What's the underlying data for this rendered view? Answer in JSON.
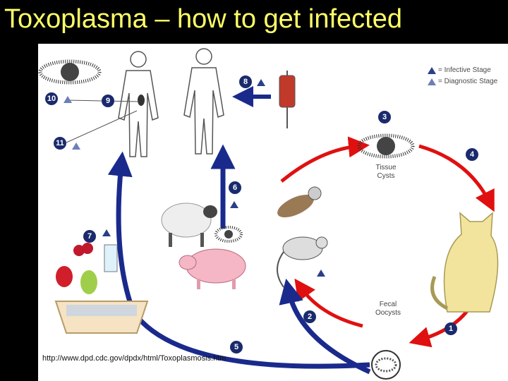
{
  "title": "Toxoplasma – how to get infected",
  "legend": {
    "infective": "= Infective Stage",
    "diagnostic": "= Diagnostic Stage"
  },
  "labels": {
    "tissue_cysts_1": "Tissue",
    "tissue_cysts_2": "Cysts",
    "fecal_oocysts_1": "Fecal",
    "fecal_oocysts_2": "Oocysts"
  },
  "steps": [
    "1",
    "2",
    "3",
    "4",
    "5",
    "6",
    "7",
    "8",
    "9",
    "10",
    "11"
  ],
  "source_url": "http://www.dpd.cdc.gov/dpdx/html/Toxoplasmosis.htm",
  "colors": {
    "title": "#ffff66",
    "cycle_arrow": "#e01010",
    "transmission_arrow": "#1a2a8c",
    "badge": "#1a2a6c"
  },
  "icons": [
    "human-figure-icon",
    "blood-bag-icon",
    "sheep-icon",
    "pig-icon",
    "bird-icon",
    "mouse-icon",
    "cat-icon",
    "fruit-icon",
    "water-glass-icon",
    "litter-box-icon",
    "tissue-cyst-icon",
    "oocyst-icon"
  ]
}
